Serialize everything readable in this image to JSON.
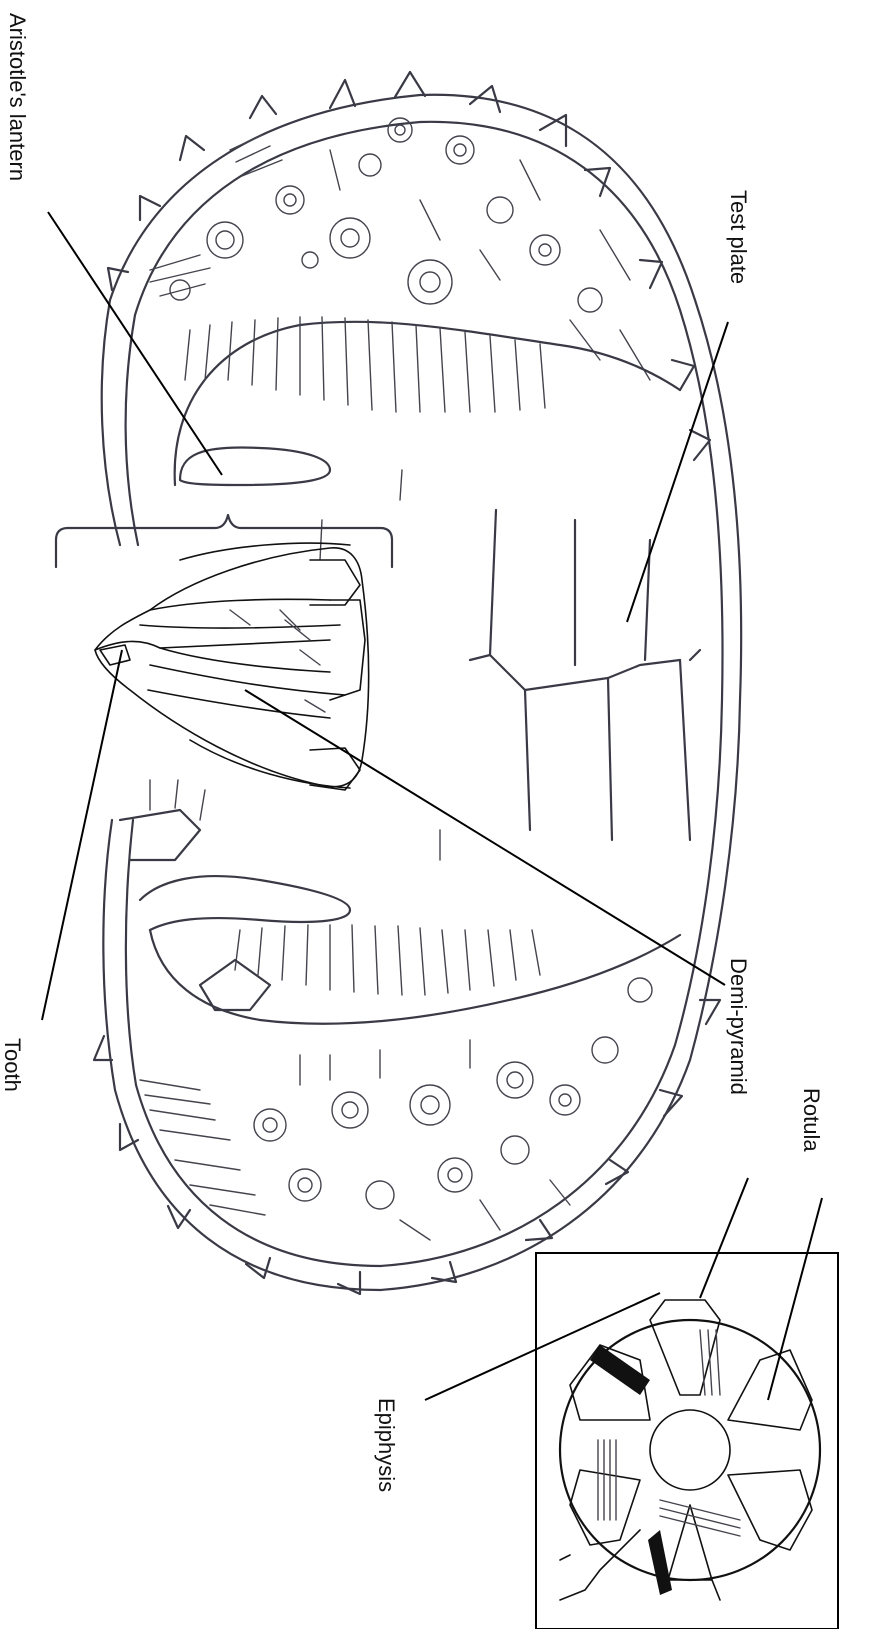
{
  "labels": {
    "aristotles_lantern": "Aristotle's lantern",
    "test_plate": "Test plate",
    "tooth": "Tooth",
    "demi_pyramid": "Demi-pyramid",
    "rotula": "Rotula",
    "epiphysis": "Epiphysis"
  },
  "colors": {
    "ink": "#3a3a46",
    "label": "#111111",
    "background": "#ffffff"
  }
}
